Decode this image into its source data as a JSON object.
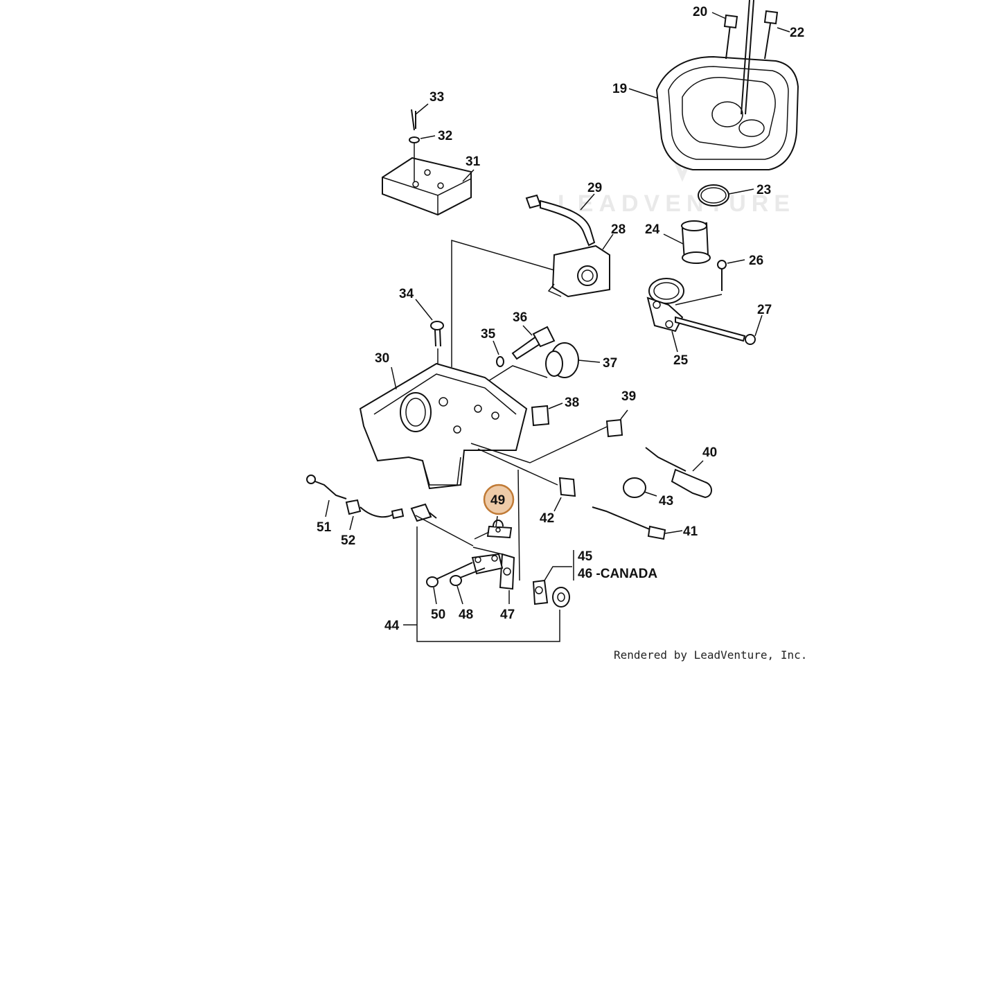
{
  "watermark": "LEADVENTURE",
  "footer": "Rendered by LeadVenture, Inc.",
  "highlighted_part": "49",
  "highlight_color": "#e0a060",
  "parts": {
    "p19": "19",
    "p20": "20",
    "p22": "22",
    "p23": "23",
    "p24": "24",
    "p25": "25",
    "p26": "26",
    "p27": "27",
    "p28": "28",
    "p29": "29",
    "p30": "30",
    "p31": "31",
    "p32": "32",
    "p33": "33",
    "p34": "34",
    "p35": "35",
    "p36": "36",
    "p37": "37",
    "p38": "38",
    "p39": "39",
    "p40": "40",
    "p41": "41",
    "p42": "42",
    "p43": "43",
    "p44": "44",
    "p45": "45",
    "p46": "46 -CANADA",
    "p47": "47",
    "p48": "48",
    "p49": "49",
    "p50": "50",
    "p51": "51",
    "p52": "52"
  }
}
